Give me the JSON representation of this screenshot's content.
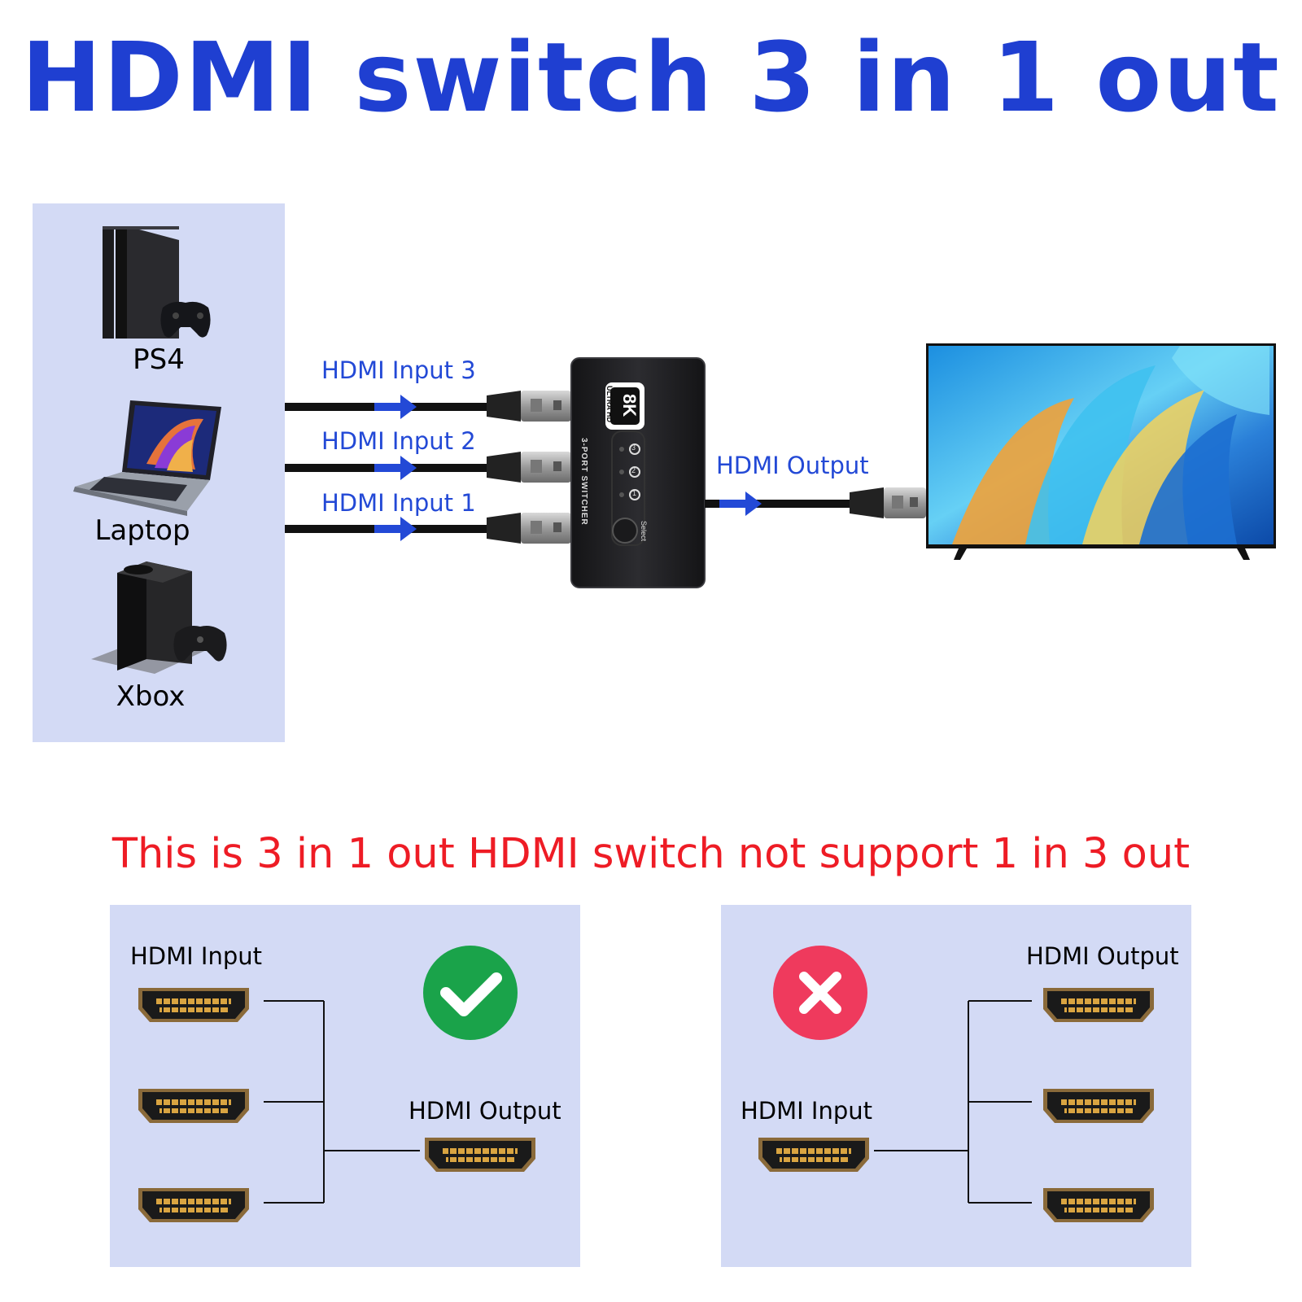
{
  "header": {
    "title": "HDMI switch 3 in 1 out"
  },
  "devices": [
    {
      "label": "PS4",
      "icon": "ps4-console-icon"
    },
    {
      "label": "Laptop",
      "icon": "laptop-icon"
    },
    {
      "label": "Xbox",
      "icon": "xbox-console-icon"
    }
  ],
  "inputs": {
    "input3": "HDMI Input 3",
    "input2": "HDMI Input 2",
    "input1": "HDMI Input 1"
  },
  "output": {
    "label": "HDMI Output"
  },
  "switcher": {
    "badge_main": "8K",
    "badge_sub": "ULTRA HD",
    "model": "3-PORT SWITCHER",
    "select_label": "Select",
    "port_numbers": [
      "3",
      "2",
      "1"
    ]
  },
  "warning": {
    "text": "This is 3 in 1 out HDMI switch not support 1 in 3 out"
  },
  "correct_panel": {
    "input_label": "HDMI Input",
    "output_label": "HDMI Output",
    "status_icon": "check-icon"
  },
  "wrong_panel": {
    "input_label": "HDMI Input",
    "output_label": "HDMI Output",
    "status_icon": "cross-icon"
  },
  "colors": {
    "title_blue": "#1f3fd1",
    "label_blue": "#2349d6",
    "warning_red": "#ee1c25",
    "panel_bg": "#d3daf5",
    "ok_green": "#1aa34a",
    "bad_red": "#ef3a5d"
  }
}
